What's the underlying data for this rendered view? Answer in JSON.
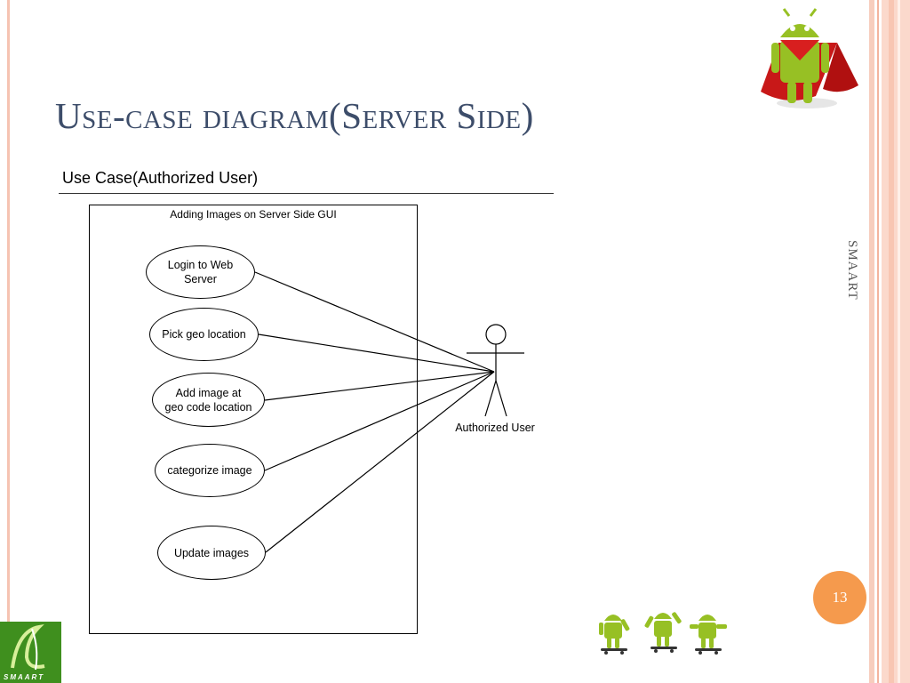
{
  "slide": {
    "title": "Use-case diagram(Server Side)",
    "side_label": "SMAART",
    "page_number": "13"
  },
  "diagram": {
    "heading": "Use Case(Authorized User)",
    "boundary_title": "Adding Images on Server Side GUI",
    "use_cases": [
      "Login to Web Server",
      "Pick geo location",
      "Add image at\ngeo code location",
      "categorize image",
      "Update images"
    ],
    "actor": "Authorized User"
  },
  "logo": {
    "text": "SMAART"
  },
  "colors": {
    "title": "#3d4d6a",
    "accent_orange": "#f59a4d",
    "android_green": "#97c024",
    "cape_red": "#d81f1f",
    "logo_green": "#3f8f1e"
  },
  "icons": [
    "android-superhero-icon",
    "android-skateboard-icon",
    "smaart-logo-icon"
  ]
}
